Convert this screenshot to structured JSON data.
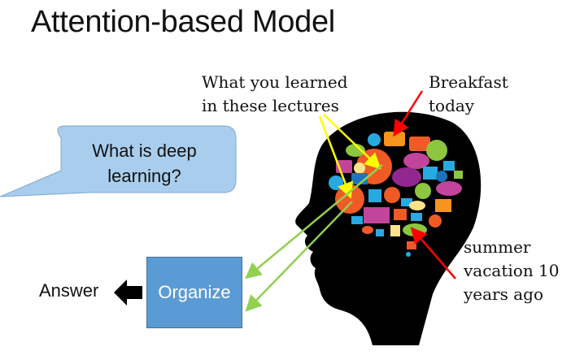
{
  "slide": {
    "title": "Attention-based Model",
    "question_bubble": "What is deep learning?",
    "organize_label": "Organize",
    "answer_label": "Answer",
    "memory_labels": {
      "lectures": "What you learned\nin these lectures",
      "breakfast": "Breakfast\ntoday",
      "vacation": "summer\nvacation 10\nyears ago"
    }
  },
  "colors": {
    "organize_box": "#5b9bd5",
    "bubble": "#a9cdec",
    "yellow_arrow": "#ffff00",
    "green_arrow": "#92d050",
    "red_arrow": "#ff0000"
  }
}
